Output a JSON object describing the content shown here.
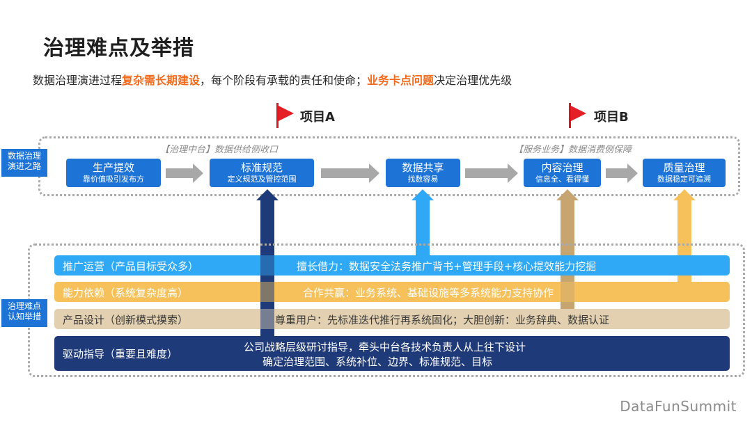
{
  "title": "治理难点及举措",
  "subtitle": {
    "part1": "数据治理演进过程",
    "highlight1": "复杂需长期建设",
    "part2": "，每个阶段有承载的责任和使命；",
    "highlight2": "业务卡点问题",
    "part3": "决定治理优先级"
  },
  "milestones": [
    {
      "label": "项目A"
    },
    {
      "label": "项目B"
    }
  ],
  "evolution": {
    "side_label": "数据治理演进之路",
    "caption_left": "【治理中台】数据供给侧收口",
    "caption_right": "【服务业务】数据消费侧保障",
    "stages": [
      {
        "main": "生产提效",
        "sub": "靠价值吸引发布方"
      },
      {
        "main": "标准规范",
        "sub": "定义规范及管控范围"
      },
      {
        "main": "数据共享",
        "sub": "找数容易"
      },
      {
        "main": "内容治理",
        "sub": "信息全、看得懂"
      },
      {
        "main": "质量治理",
        "sub": "数据稳定可追溯"
      }
    ]
  },
  "difficulties": {
    "side_label": "治理难点认知举措",
    "rows": [
      {
        "left": "推广运营（产品目标受众多）",
        "right": "擅长借力：数据安全法务推广背书+管理手段+核心提效能力挖掘"
      },
      {
        "left": "能力依赖（系统复杂度高）",
        "right": "合作共赢：业务系统、基础设施等多系统能力支持协作"
      },
      {
        "left": "产品设计（创新模式摸索）",
        "right": "尊重用户：先标准迭代推行再系统固化；大胆创新：业务辞典、数据认证"
      },
      {
        "left": "驱动指导（重要且难度）",
        "right_line1": "公司战略层级研讨指导，牵头中台各技术负责人从上往下设计",
        "right_line2": "确定治理范围、系统补位、边界、标准规范、目标"
      }
    ]
  },
  "colors": {
    "primary_blue": "#1e73d6",
    "navy": "#1f3a78",
    "light_blue": "#2fa8f5",
    "tan": "#c7a570",
    "yellow": "#f6c15b",
    "orange_highlight": "#f26b1d",
    "flag_red": "#e41f26"
  },
  "watermark": "DataFunSummit"
}
